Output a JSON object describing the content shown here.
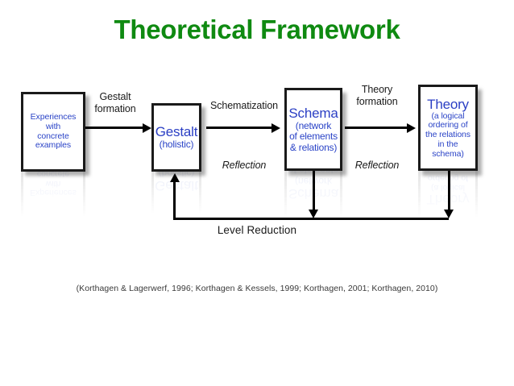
{
  "slide": {
    "title": "Theoretical Framework",
    "title_color": "#0f8a11",
    "background": "#ffffff",
    "citation": "(Korthagen & Lagerwerf, 1996; Korthagen & Kessels, 1999; Korthagen, 2001; Korthagen, 2010)"
  },
  "diagram": {
    "box_text_color": "#2b44c7",
    "line_color": "#000000",
    "boxes": [
      {
        "id": "experiences",
        "lines": [
          "Experiences",
          "with",
          "concrete",
          "examples"
        ],
        "heading": "",
        "size": "small"
      },
      {
        "id": "gestalt",
        "heading": "Gestalt",
        "lines": [
          "(holistic)"
        ],
        "size": "large"
      },
      {
        "id": "schema",
        "heading": "Schema",
        "lines": [
          "(network",
          "of elements",
          "& relations)"
        ],
        "size": "large"
      },
      {
        "id": "theory",
        "heading": "Theory",
        "lines": [
          "(a logical",
          "ordering of",
          "the relations",
          "in the",
          "schema)"
        ],
        "size": "large"
      }
    ],
    "arrow_labels": {
      "gestalt_formation": "Gestalt\nformation",
      "schematization": "Schematization",
      "theory_formation": "Theory\nformation",
      "reflection_1": "Reflection",
      "reflection_2": "Reflection",
      "level_reduction": "Level Reduction"
    }
  }
}
